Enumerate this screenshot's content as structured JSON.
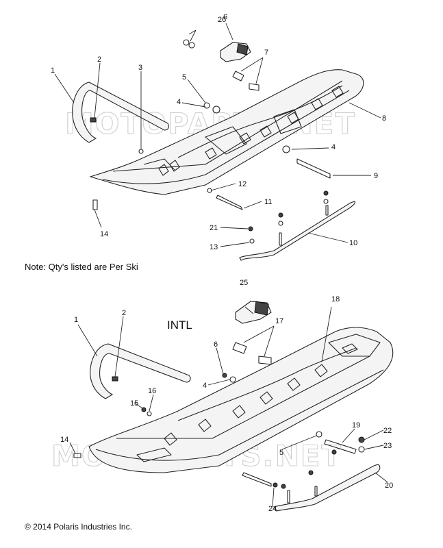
{
  "note": "Note: Qty's listed are Per Ski",
  "intl_label": "INTL",
  "copyright": "© 2014 Polaris Industries Inc.",
  "watermark": "MOTOPARTS.NET",
  "top_callouts": [
    "26",
    "6",
    "7",
    "1",
    "2",
    "3",
    "5",
    "4",
    "8",
    "4",
    "9",
    "12",
    "11",
    "14",
    "21",
    "13",
    "10"
  ],
  "bottom_callouts": [
    "25",
    "18",
    "1",
    "2",
    "17",
    "6",
    "4",
    "15",
    "16",
    "14",
    "19",
    "22",
    "23",
    "5",
    "20",
    "24"
  ]
}
